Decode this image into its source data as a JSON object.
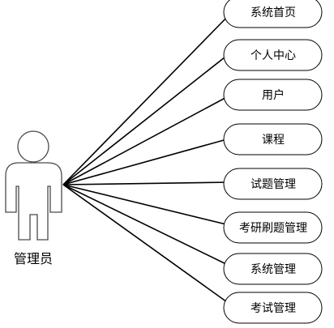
{
  "actor": {
    "name": "管理员"
  },
  "use_cases": [
    {
      "label": "系统首页"
    },
    {
      "label": "个人中心"
    },
    {
      "label": "用户"
    },
    {
      "label": "课程"
    },
    {
      "label": "试题管理"
    },
    {
      "label": "考研刷题管理"
    },
    {
      "label": "系统管理"
    },
    {
      "label": "考试管理"
    }
  ]
}
